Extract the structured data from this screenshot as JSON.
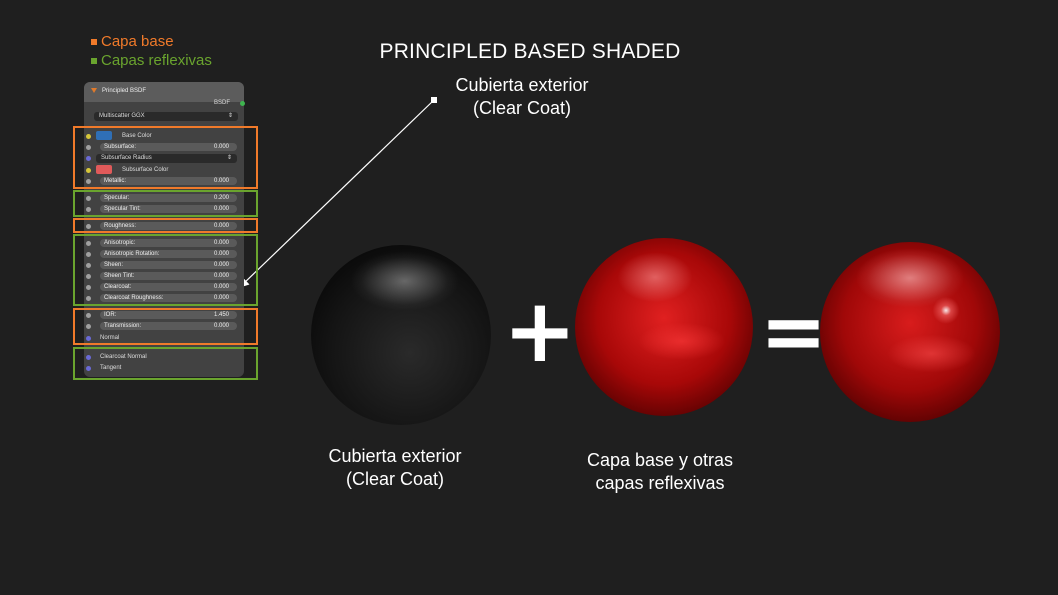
{
  "colors": {
    "capa_base": "#f07a2a",
    "capas_reflexivas": "#6aa42e",
    "background": "#1f1f1f"
  },
  "legend": [
    {
      "label": "Capa base",
      "color": "#f07a2a"
    },
    {
      "label": "Capas reflexivas",
      "color": "#6aa42e"
    }
  ],
  "title": "PRINCIPLED BASED SHADED",
  "annotation": {
    "line1": "Cubierta exterior",
    "line2": "(Clear Coat)"
  },
  "node": {
    "header": "Principled BSDF",
    "output": "BSDF",
    "distribution": "Multiscatter GGX",
    "subsurface_method": "Subsurface Radius",
    "base_color_label": "Base Color",
    "subsurface_color_label": "Subsurface Color",
    "fields": {
      "subsurface": {
        "label": "Subsurface:",
        "value": "0.000"
      },
      "metallic": {
        "label": "Metallic:",
        "value": "0.000"
      },
      "specular": {
        "label": "Specular:",
        "value": "0.200"
      },
      "specular_tint": {
        "label": "Specular Tint:",
        "value": "0.000"
      },
      "roughness": {
        "label": "Roughness:",
        "value": "0.000"
      },
      "anisotropic": {
        "label": "Anisotropic:",
        "value": "0.000"
      },
      "anisotropic_rotation": {
        "label": "Anisotropic Rotation:",
        "value": "0.000"
      },
      "sheen": {
        "label": "Sheen:",
        "value": "0.000"
      },
      "sheen_tint": {
        "label": "Sheen Tint:",
        "value": "0.000"
      },
      "clearcoat": {
        "label": "Clearcoat:",
        "value": "0.000"
      },
      "clearcoat_roughness": {
        "label": "Clearcoat Roughness:",
        "value": "0.000"
      },
      "ior": {
        "label": "IOR:",
        "value": "1.450"
      },
      "transmission": {
        "label": "Transmission:",
        "value": "0.000"
      }
    },
    "normal_label": "Normal",
    "clearcoat_normal_label": "Clearcoat Normal",
    "tangent_label": "Tangent"
  },
  "operators": {
    "plus": "+",
    "equals": "="
  },
  "captions": {
    "clear_coat": {
      "line1": "Cubierta exterior",
      "line2": "(Clear Coat)"
    },
    "base": {
      "line1": "Capa base y otras",
      "line2": "capas reflexivas"
    }
  }
}
